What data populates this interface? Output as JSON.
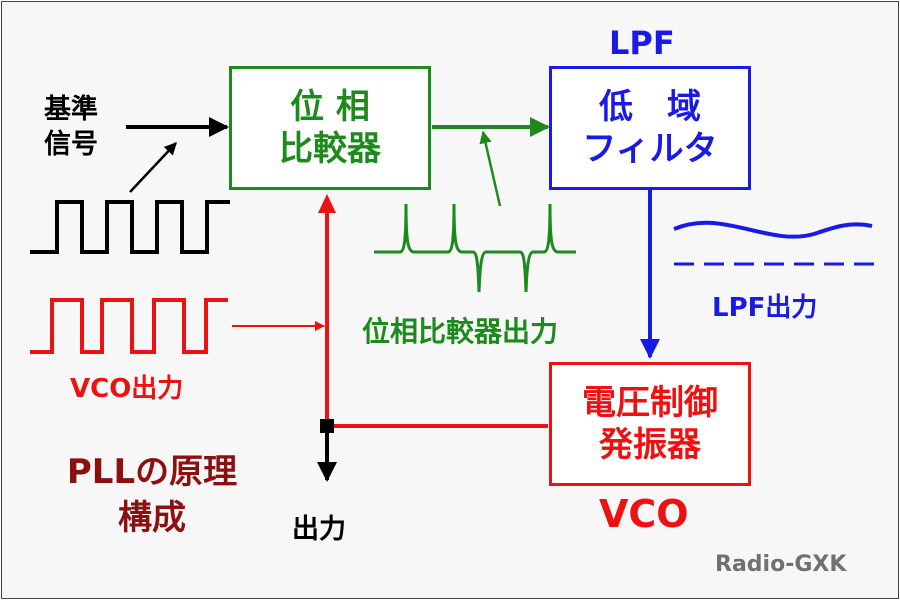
{
  "diagram": {
    "title_line1": "PLLの原理",
    "title_line2": "構成",
    "reference": {
      "line1": "基準",
      "line2": "信号"
    },
    "phase_comparator": {
      "line1": "位 相",
      "line2": "比較器"
    },
    "lpf": {
      "top_label": "LPF",
      "line1": "低　域",
      "line2": "フィルタ"
    },
    "vco": {
      "line1": "電圧制御",
      "line2": "発振器",
      "bottom_label": "VCO"
    },
    "labels": {
      "phase_output": "位相比較器出力",
      "lpf_output": "LPF出力",
      "vco_output": "VCO出力",
      "output": "出力"
    },
    "credit": "Radio-GXK"
  },
  "colors": {
    "phase_comparator": "#1e8a1e",
    "lpf": "#1a1ae6",
    "vco": "#ee1111",
    "reference": "#000000",
    "title": "#8b1010",
    "credit": "#707070"
  }
}
